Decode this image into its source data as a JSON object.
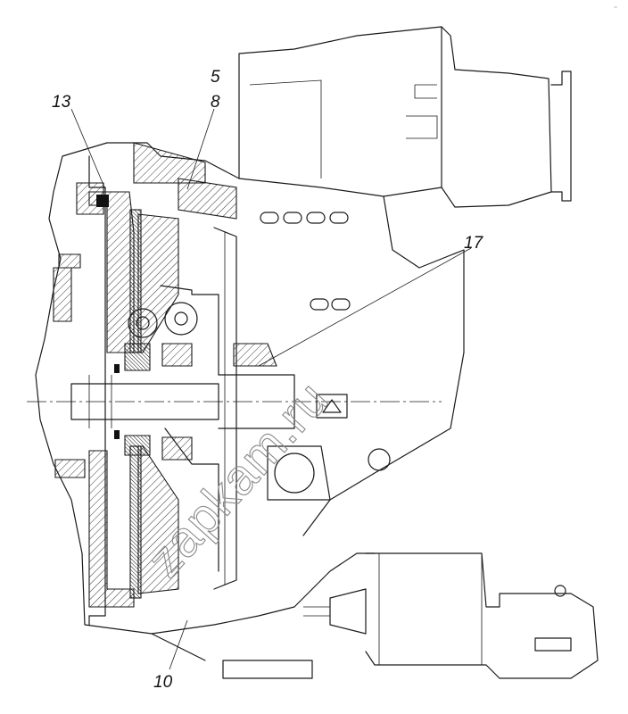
{
  "callouts": {
    "c13": "13",
    "c5": "5",
    "c8": "8",
    "c17": "17",
    "c10": "10"
  },
  "watermark": "zapkam.ru",
  "corner_mark": "⁻"
}
